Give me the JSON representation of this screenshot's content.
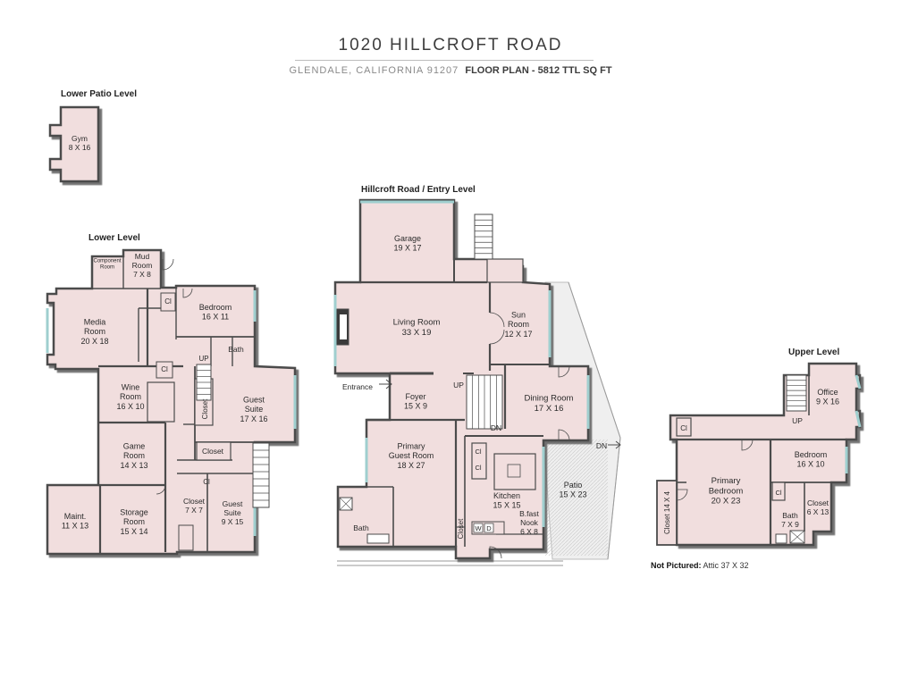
{
  "header": {
    "title": "1020 HILLCROFT ROAD",
    "location": "GLENDALE, CALIFORNIA 91207",
    "floor_plan": "FLOOR PLAN - 5812 TTL SQ FT"
  },
  "levels": {
    "lower_patio": "Lower Patio Level",
    "lower": "Lower Level",
    "entry": "Hillcroft Road / Entry Level",
    "upper": "Upper Level"
  },
  "not_pictured": {
    "label": "Not Pictured:",
    "value": "Attic 37 X 32"
  },
  "rooms": {
    "gym": [
      "Gym",
      "8 X 16"
    ],
    "component": [
      "Component",
      "Room"
    ],
    "mud": [
      "Mud",
      "Room",
      "7 X 8"
    ],
    "media": [
      "Media",
      "Room",
      "20 X 18"
    ],
    "bedroom_lower": [
      "Bedroom",
      "16 X 11"
    ],
    "bath_lower": [
      "Bath"
    ],
    "wine": [
      "Wine",
      "Room",
      "16 X 10"
    ],
    "guest_suite_lg": [
      "Guest",
      "Suite",
      "17 X 16"
    ],
    "closet_v_lower": [
      "Closet"
    ],
    "closet_lower": [
      "Closet"
    ],
    "game": [
      "Game",
      "Room",
      "14 X 13"
    ],
    "closet_7x7": [
      "Closet",
      "7 X 7"
    ],
    "guest_suite_sm": [
      "Guest",
      "Suite",
      "9 X 15"
    ],
    "maint": [
      "Maint.",
      "11 X 13"
    ],
    "storage": [
      "Storage",
      "Room",
      "15 X 14"
    ],
    "garage": [
      "Garage",
      "19 X 17"
    ],
    "living": [
      "Living Room",
      "33 X 19"
    ],
    "sun": [
      "Sun",
      "Room",
      "12 X 17"
    ],
    "foyer": [
      "Foyer",
      "15 X 9"
    ],
    "dining": [
      "Dining Room",
      "17 X 16"
    ],
    "primary_guest": [
      "Primary",
      "Guest Room",
      "18 X 27"
    ],
    "kitchen": [
      "Kitchen",
      "15 X 15"
    ],
    "bfast": [
      "B.fast",
      "Nook",
      "6 X 8"
    ],
    "patio": [
      "Patio",
      "15 X 23"
    ],
    "bath_entry": [
      "Bath"
    ],
    "closet_entry": [
      "Closet"
    ],
    "office": [
      "Office",
      "9 X 16"
    ],
    "bedroom_upper": [
      "Bedroom",
      "16 X 10"
    ],
    "primary_bed": [
      "Primary",
      "Bedroom",
      "20 X 23"
    ],
    "bath_upper": [
      "Bath",
      "7 X 9"
    ],
    "closet_upper": [
      "Closet",
      "6 X 13"
    ],
    "closet_14x4": [
      "Closet 14 X 4"
    ]
  },
  "marks": {
    "cl": "Cl",
    "up": "UP",
    "dn": "DN",
    "entrance": "Entrance",
    "w": "W",
    "d": "D"
  },
  "colors": {
    "room_fill": "#f1dede",
    "wall": "#4b4b4b",
    "window": "#9fcfcf",
    "patio": "#efefef",
    "shadow": "#5c5c5c"
  }
}
